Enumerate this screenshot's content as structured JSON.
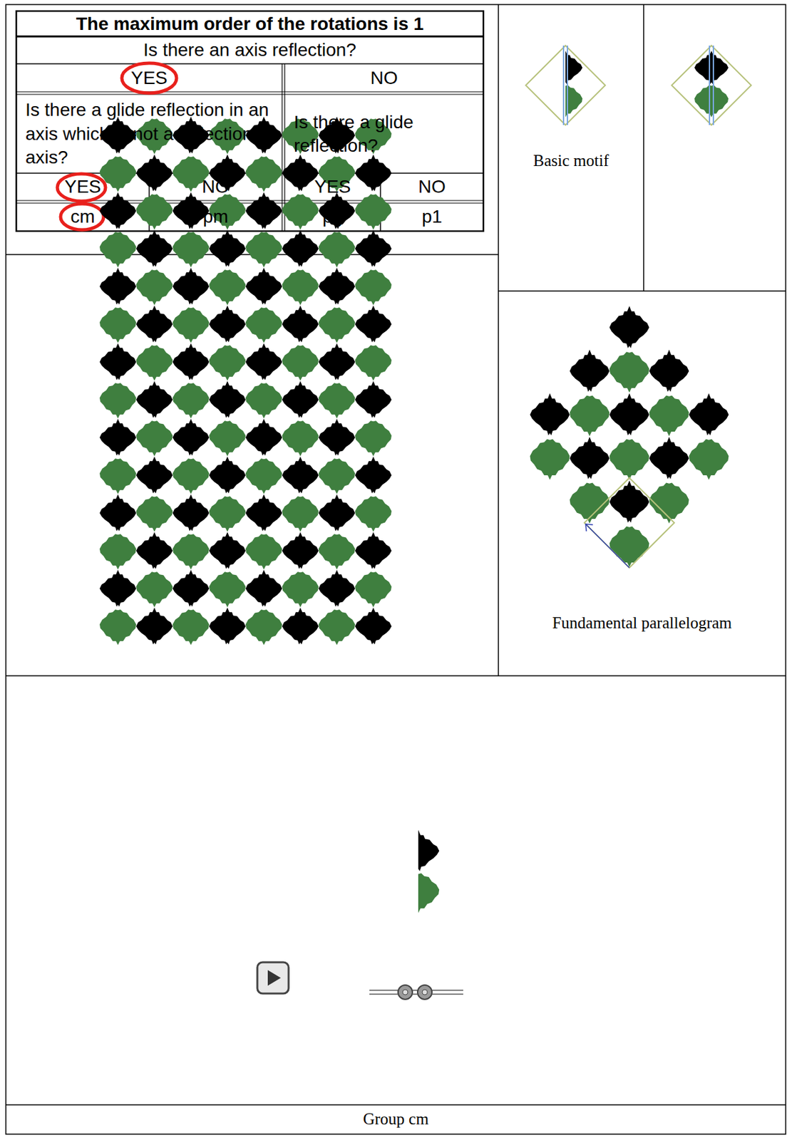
{
  "diagram": {
    "caption": "Group cm",
    "labels": [
      "The maximum order of the rotations is 1",
      "Is there an axis reflection?",
      "YES",
      "NO",
      "Is there a glide reflection in an axis which is not a reflection axis?",
      "Is there a glide reflection?",
      "YES",
      "NO",
      "YES",
      "NO",
      "cm",
      "pm",
      "pg",
      "p1",
      "Basic motif",
      "Fundamental parallelogram"
    ]
  }
}
